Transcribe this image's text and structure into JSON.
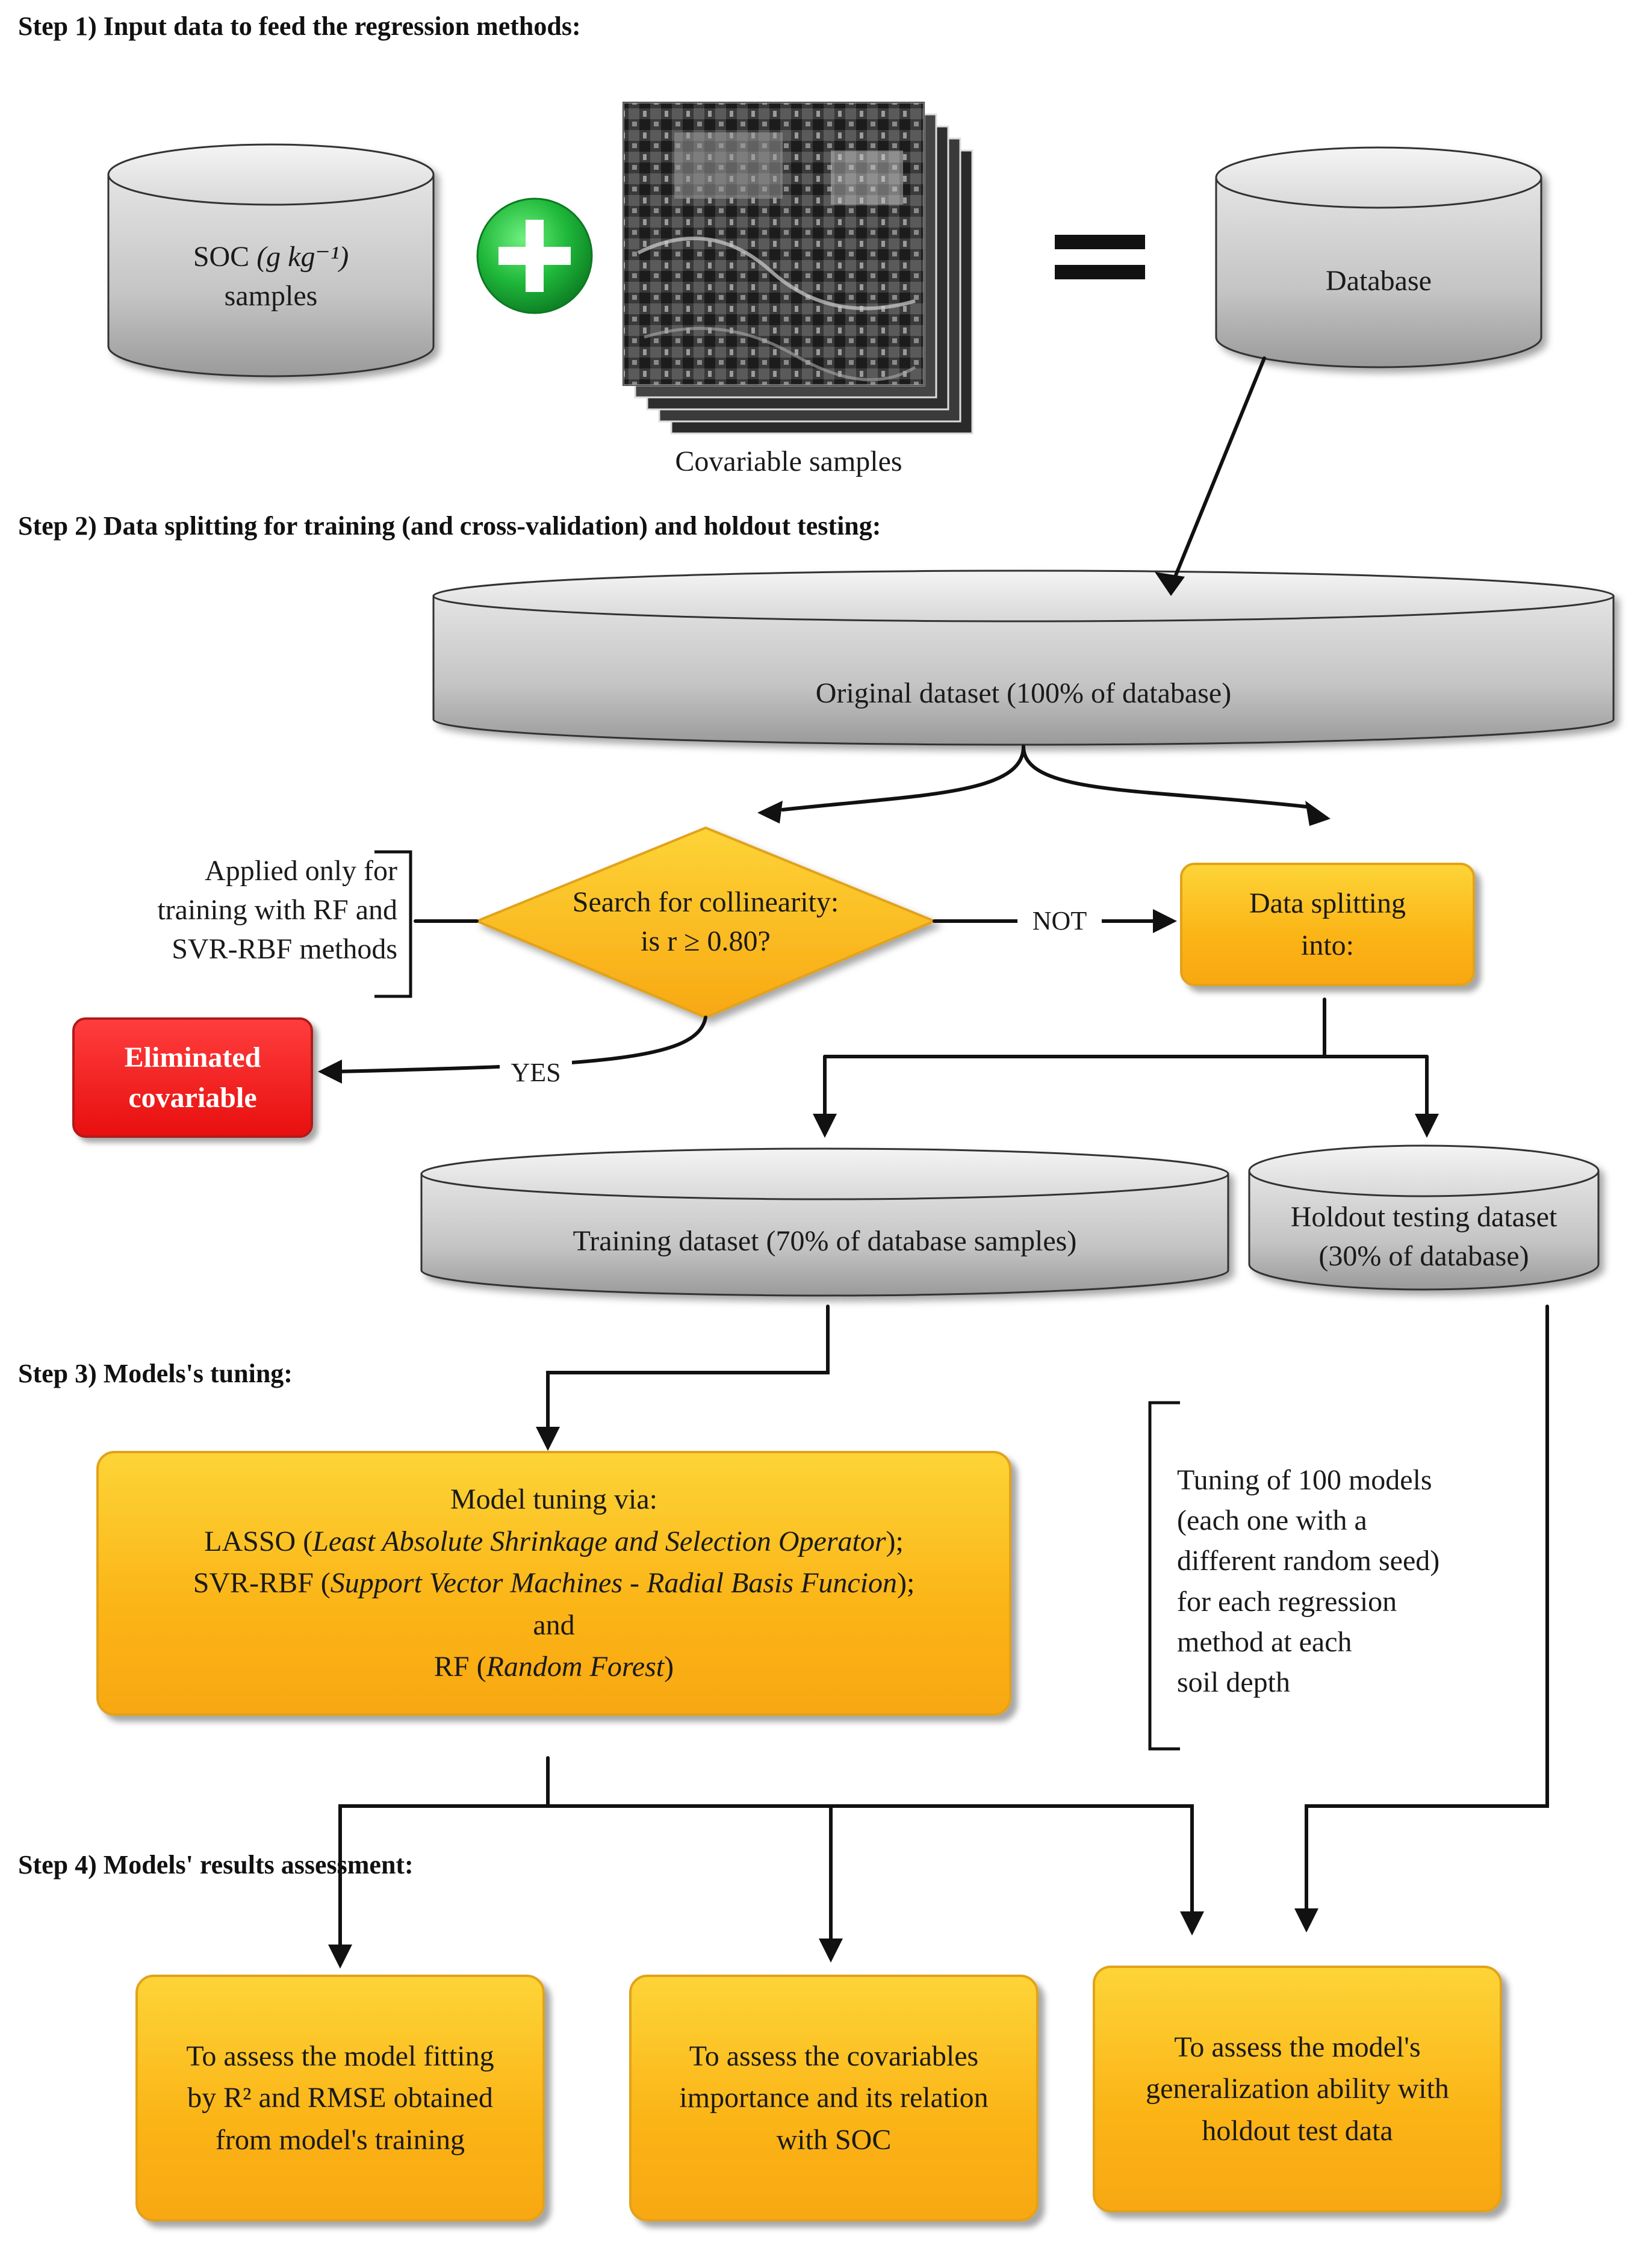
{
  "steps": {
    "step1": "Step 1) Input data to feed the regression methods:",
    "step2": "Step 2) Data splitting for training (and cross-validation) and holdout testing:",
    "step3": "Step 3) Models's tuning:",
    "step4": "Step 4) Models' results assessment:"
  },
  "step1": {
    "soc_prefix": "SOC",
    "soc_unit": "(g kg⁻¹)",
    "soc_suffix": "samples",
    "covariable_caption": "Covariable samples",
    "database_label": "Database"
  },
  "step2": {
    "original_dataset": "Original dataset (100% of database)",
    "collinearity_line1": "Search for collinearity:",
    "collinearity_line2": "is r ≥ 0.80?",
    "note_line1": "Applied only for",
    "note_line2": "training with RF and",
    "note_line3": "SVR-RBF methods",
    "not_label": "NOT",
    "yes_label": "YES",
    "splitting_line1": "Data splitting",
    "splitting_line2": "into:",
    "eliminated_line1": "Eliminated",
    "eliminated_line2": "covariable",
    "training_dataset": "Training dataset (70% of database samples)",
    "holdout_line1": "Holdout testing dataset",
    "holdout_line2": "(30% of database)"
  },
  "step3": {
    "tuning_title": "Model tuning via:",
    "lasso_abbr": "LASSO",
    "lasso_full": "Least Absolute Shrinkage and Selection Operator",
    "svr_abbr": "SVR-RBF",
    "svr_full": "Support Vector Machines - Radial Basis Funcion",
    "and_word": "and",
    "rf_abbr": "RF",
    "rf_full": "Random Forest",
    "side_note": [
      "Tuning of 100 models",
      "(each one with a",
      "different random seed)",
      "for each regression",
      "method at each",
      "soil depth"
    ]
  },
  "step4": {
    "box1": [
      "To assess the model fitting",
      "by R² and RMSE obtained",
      "from model's training"
    ],
    "box2": [
      "To assess the covariables",
      "importance and its relation",
      "with SOC"
    ],
    "box3": [
      "To assess the model's",
      "generalization ability with",
      "holdout test data"
    ]
  },
  "colors": {
    "orange_fill": "#fbb416",
    "orange_border": "#e2a21a",
    "red_fill": "#e80f0f",
    "green_plus": "#1fb83a",
    "cylinder_top": "#e8e8e8",
    "cylinder_body": "#b5b5b5"
  },
  "icons": {
    "plus": "green-plus-circle-icon",
    "equals": "equals-sign-icon"
  }
}
